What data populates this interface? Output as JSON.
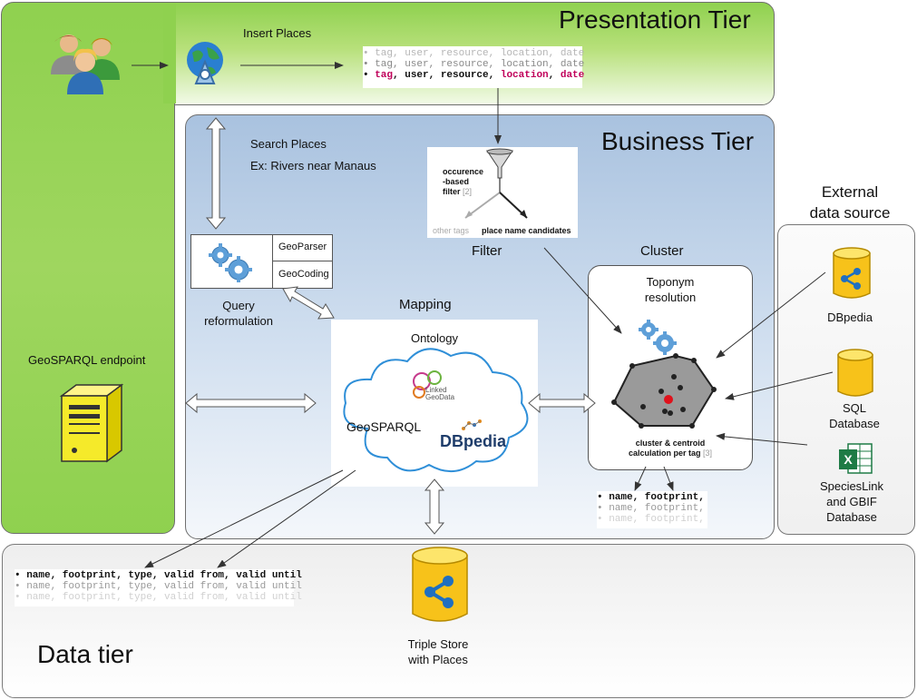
{
  "tiers": {
    "presentation": "Presentation Tier",
    "business": "Business Tier",
    "data": "Data tier",
    "external": "External\ndata source"
  },
  "presentation": {
    "insert_places": "Insert Places",
    "tag_lines": [
      "• tag, user, resource, location, date",
      "• tag, user, resource, location, date",
      "• tag, user, resource, location, date"
    ]
  },
  "left_column": {
    "endpoint_label": "GeoSPARQL endpoint"
  },
  "business": {
    "search_places": "Search Places",
    "search_example": "Ex: Rivers near Manaus",
    "geoparser": "GeoParser",
    "geocoding": "GeoCoding",
    "query_reformulation": "Query\nreformulation",
    "filter_box": {
      "occurrence": "occurence",
      "based": "-based",
      "filter": "filter",
      "filter_ref": "[2]",
      "other_tags": "other tags",
      "candidates": "place name candidates"
    },
    "filter_label": "Filter",
    "mapping_label": "Mapping",
    "ontology_label": "Ontology",
    "geosparql_label": "GeoSPARQL",
    "linked_geodata": "Linked\nGeoData",
    "dbpedia_logo": "DBpedia",
    "cluster_label": "Cluster",
    "toponym": "Toponym\nresolution",
    "cluster_caption": "cluster & centroid\ncalculation per tag",
    "cluster_ref": "[3]",
    "footprint_lines": [
      "• name, footprint,",
      "• name, footprint,",
      "• name, footprint,"
    ]
  },
  "external": {
    "dbpedia": "DBpedia",
    "sql": "SQL\nDatabase",
    "species": "SpeciesLink\nand GBIF\nDatabase"
  },
  "data_tier": {
    "record_lines": [
      "• name, footprint, type, valid from, valid until",
      "• name, footprint, type, valid from, valid until",
      "• name, footprint, type, valid from, valid until"
    ],
    "triple_store": "Triple Store\nwith Places"
  }
}
